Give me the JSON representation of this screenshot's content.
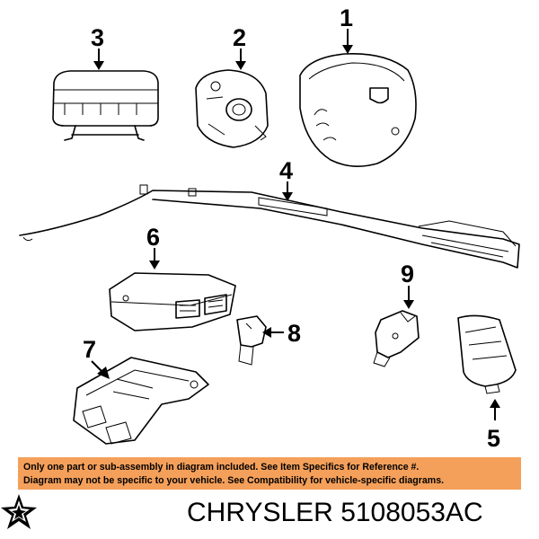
{
  "callouts": [
    "1",
    "2",
    "3",
    "4",
    "5",
    "6",
    "7",
    "8",
    "9"
  ],
  "notice": {
    "line1": "Only one part or sub-assembly in diagram included. See Item Specifics for Reference #.",
    "line2": "Diagram may not be specific to your vehicle. See Compatibility for vehicle-specific diagrams.",
    "background": "#f5a05a"
  },
  "footer": {
    "brand": "CHRYSLER",
    "part_number": "5108053AC",
    "logo_icon": "pentastar-logo-icon"
  }
}
